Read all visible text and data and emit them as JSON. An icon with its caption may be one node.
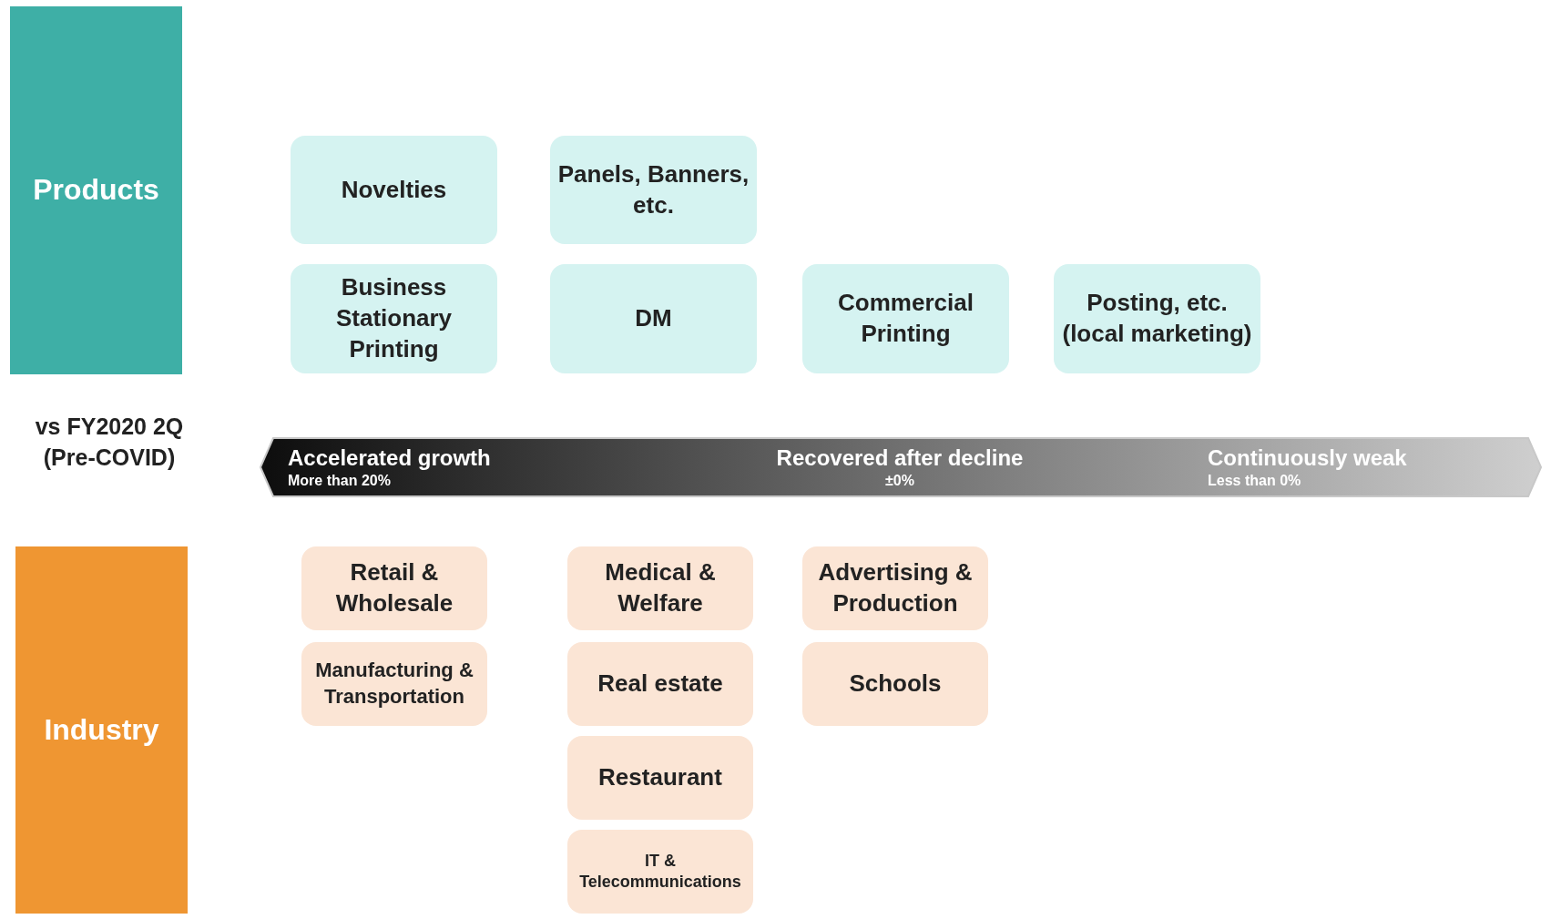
{
  "diagram": {
    "nodes": [
      {
        "text": [
          "Products"
        ]
      },
      {
        "text": [
          "Novelties"
        ]
      },
      {
        "text": [
          "Panels, Banners, etc."
        ]
      },
      {
        "text": [
          "Business Stationary Printing"
        ]
      },
      {
        "text": [
          "DM"
        ]
      },
      {
        "text": [
          "Commercial Printing"
        ]
      },
      {
        "text": [
          "Posting, etc. (local marketing)"
        ]
      },
      {
        "text": [
          "Accelerated growth",
          "More than **20%**",
          "Recovered after decline",
          "±0%",
          "Continuously weak",
          "Less than **0%**"
        ]
      },
      {
        "text": [
          "Industry"
        ]
      },
      {
        "text": [
          "Retail & Wholesale"
        ]
      },
      {
        "text": [
          "Medical & Welfare"
        ]
      },
      {
        "text": [
          "Advertising & Production"
        ]
      },
      {
        "text": [
          "Manufacturing & Transportation"
        ]
      },
      {
        "text": [
          "Real estate"
        ]
      },
      {
        "text": [
          "Schools"
        ]
      },
      {
        "text": [
          "Restaurant"
        ]
      },
      {
        "text": [
          "IT & Telecommunications"
        ]
      }
    ],
    "labels": [
      "vs FY2020 2Q (Pre-COVID)"
    ]
  }
}
